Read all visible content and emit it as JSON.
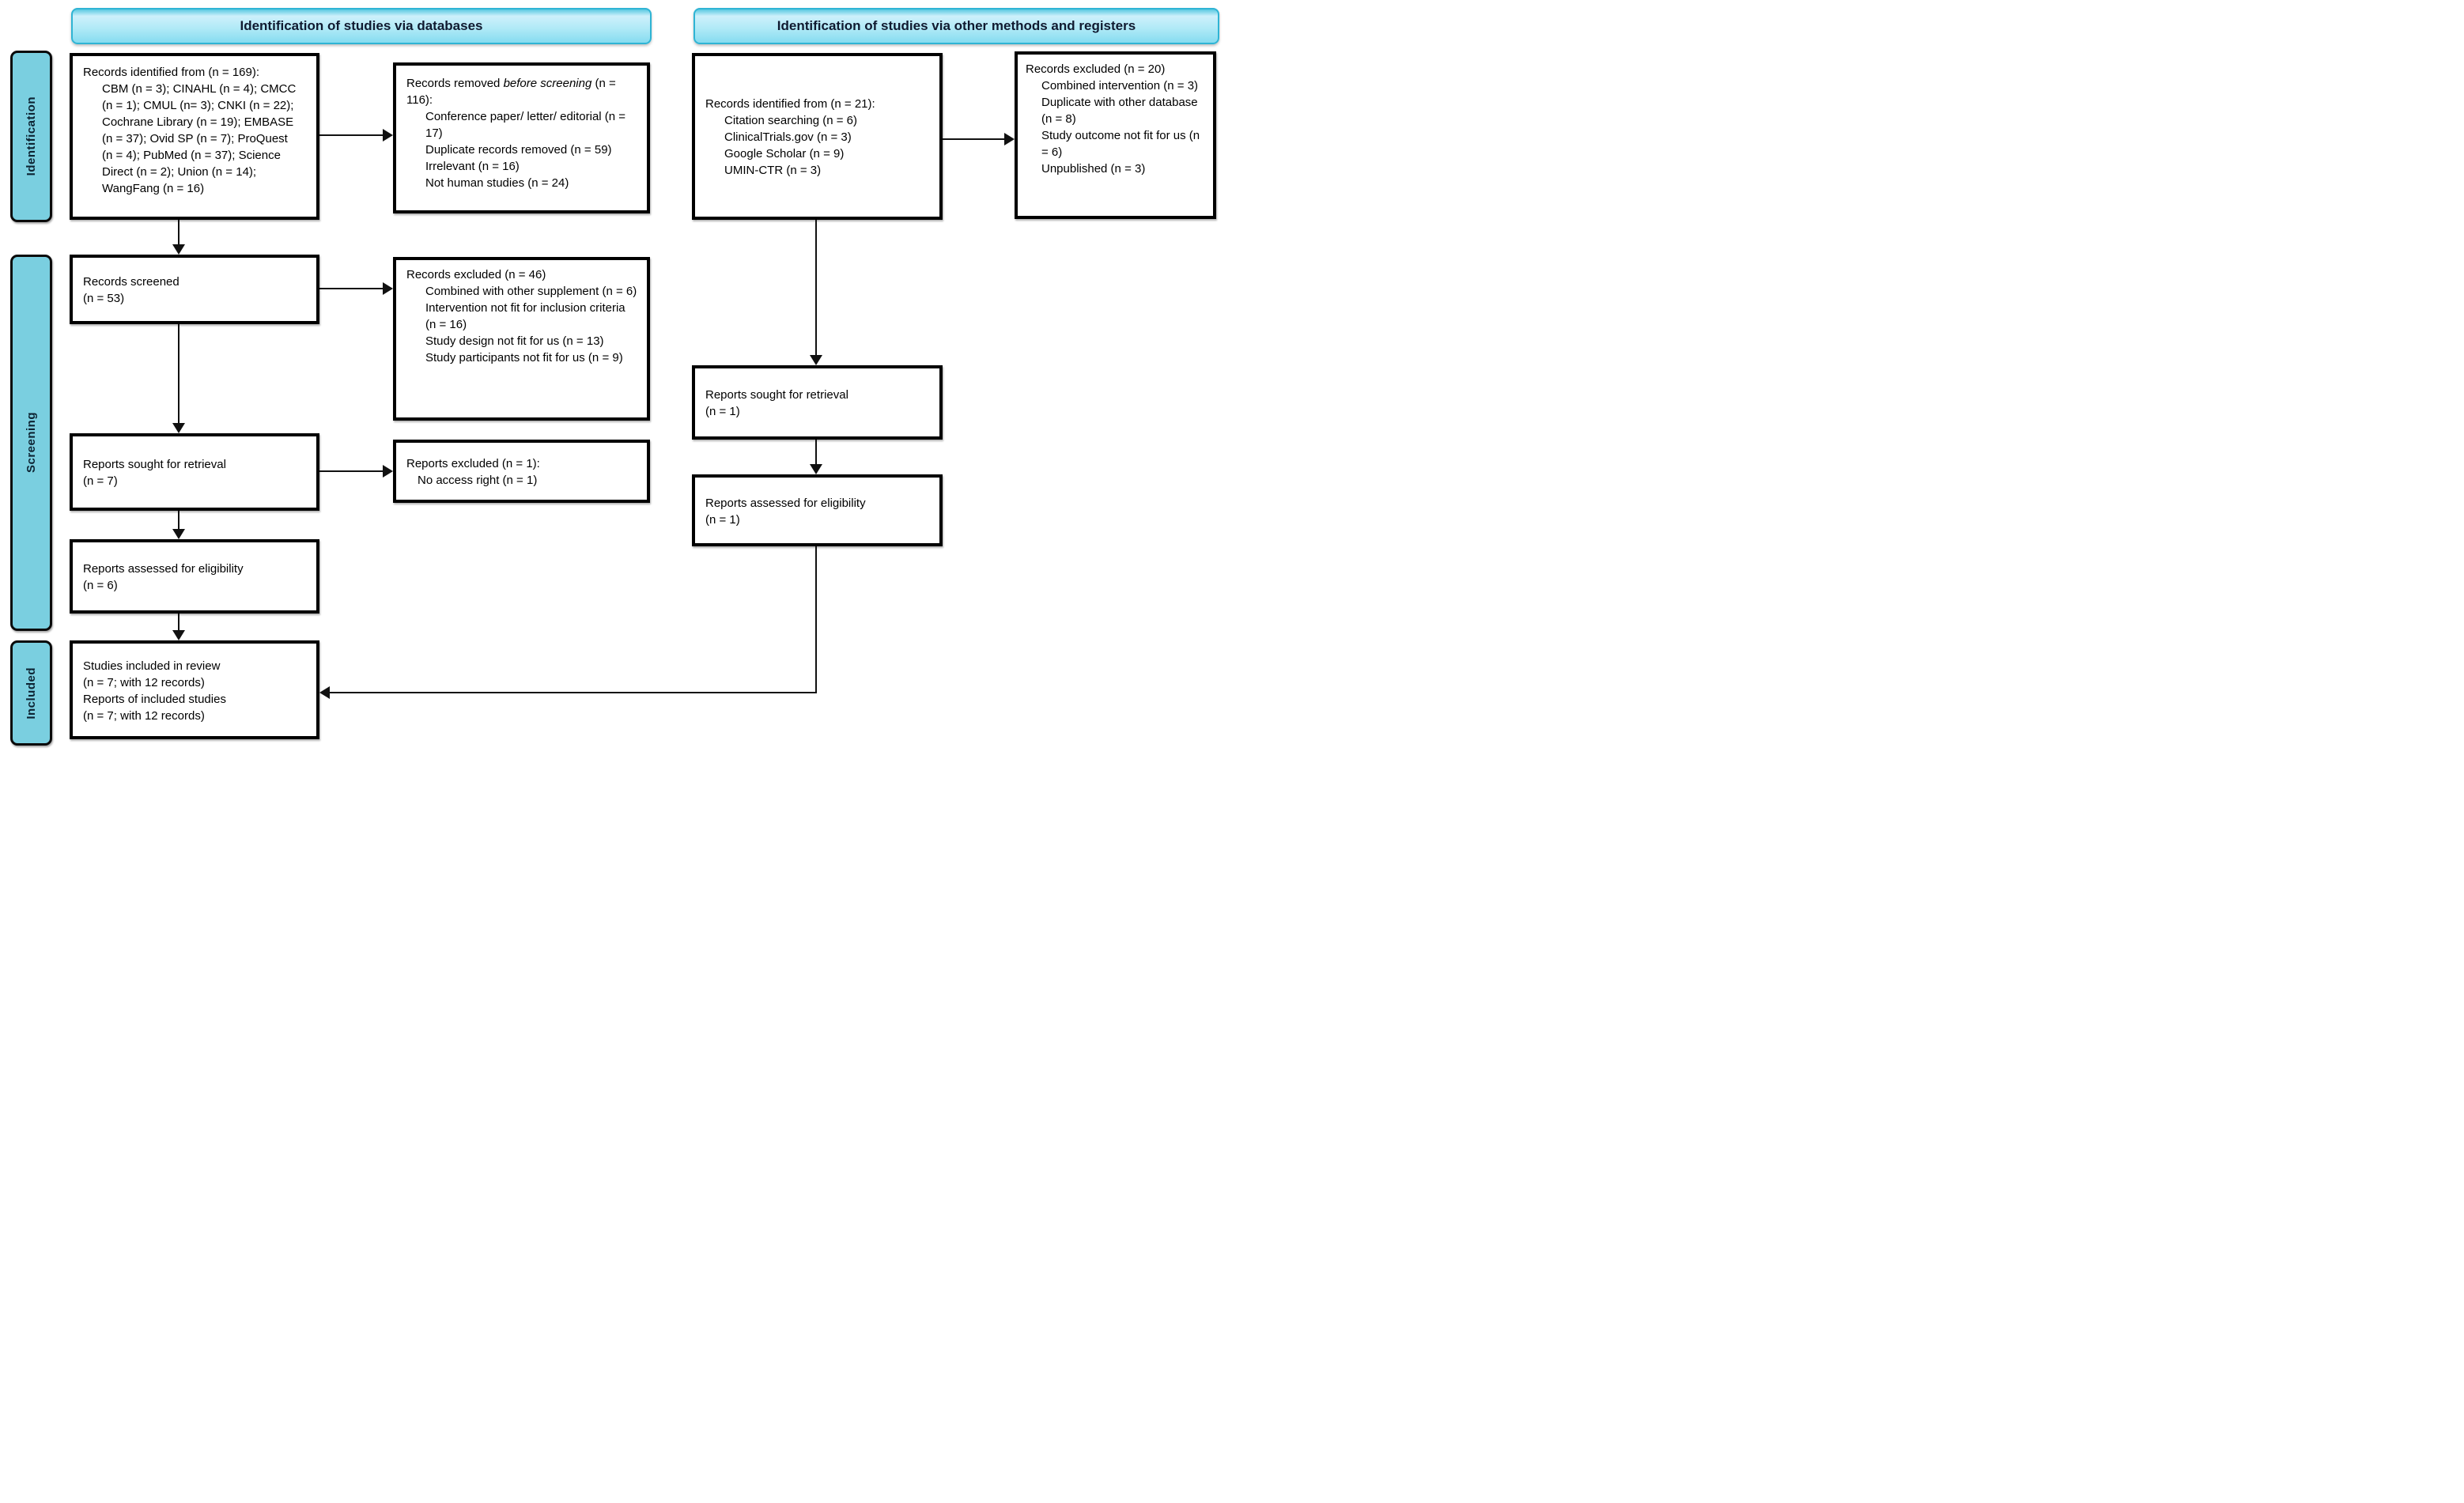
{
  "banners": {
    "databases": "Identification of studies via databases",
    "other": "Identification of studies via other methods and registers"
  },
  "sidebar": {
    "identification": "Identification",
    "screening": "Screening",
    "included": "Included"
  },
  "db": {
    "identified": {
      "title": "Records identified from (n = 169):",
      "body": "CBM (n = 3); CINAHL (n = 4); CMCC (n = 1); CMUL (n= 3); CNKI (n = 22); Cochrane Library (n = 19); EMBASE (n = 37); Ovid SP (n = 7); ProQuest (n = 4); PubMed (n = 37); Science Direct (n = 2); Union (n = 14); WangFang (n = 16)"
    },
    "removed": {
      "title_pre": "Records removed ",
      "title_italic": "before screening",
      "title_post": " (n = 116):",
      "items": [
        "Conference paper/ letter/ editorial (n = 17)",
        "Duplicate records removed (n = 59)",
        "Irrelevant (n = 16)",
        "Not human studies (n = 24)"
      ]
    },
    "screened": {
      "line1": "Records screened",
      "line2": "(n = 53)"
    },
    "excluded_screening": {
      "title": "Records excluded (n = 46)",
      "items": [
        "Combined with other supplement (n = 6)",
        "Intervention not fit for inclusion criteria (n = 16)",
        "Study design not fit for us (n = 13)",
        "Study participants not fit for us (n = 9)"
      ]
    },
    "sought": {
      "line1": "Reports sought for retrieval",
      "line2": "(n = 7)"
    },
    "reports_excluded": {
      "line1": "Reports excluded (n = 1):",
      "line2": "No access right (n = 1)"
    },
    "assessed": {
      "line1": "Reports assessed for eligibility",
      "line2": "(n = 6)"
    },
    "included": {
      "line1": "Studies included in review",
      "line2": "(n = 7; with 12 records)",
      "line3": "Reports of included studies",
      "line4": "(n = 7; with 12 records)"
    }
  },
  "other": {
    "identified": {
      "title": "Records identified from (n = 21):",
      "items": [
        "Citation searching (n = 6)",
        "ClinicalTrials.gov (n = 3)",
        "Google Scholar (n = 9)",
        "UMIN-CTR (n = 3)"
      ]
    },
    "excluded": {
      "title": "Records excluded (n = 20)",
      "items": [
        "Combined intervention (n = 3)",
        "Duplicate with other database (n = 8)",
        "Study outcome not fit for us (n = 6)",
        "Unpublished (n = 3)"
      ]
    },
    "sought": {
      "line1": "Reports sought for retrieval",
      "line2": "(n = 1)"
    },
    "assessed": {
      "line1": "Reports assessed for eligibility",
      "line2": "(n = 1)"
    }
  }
}
